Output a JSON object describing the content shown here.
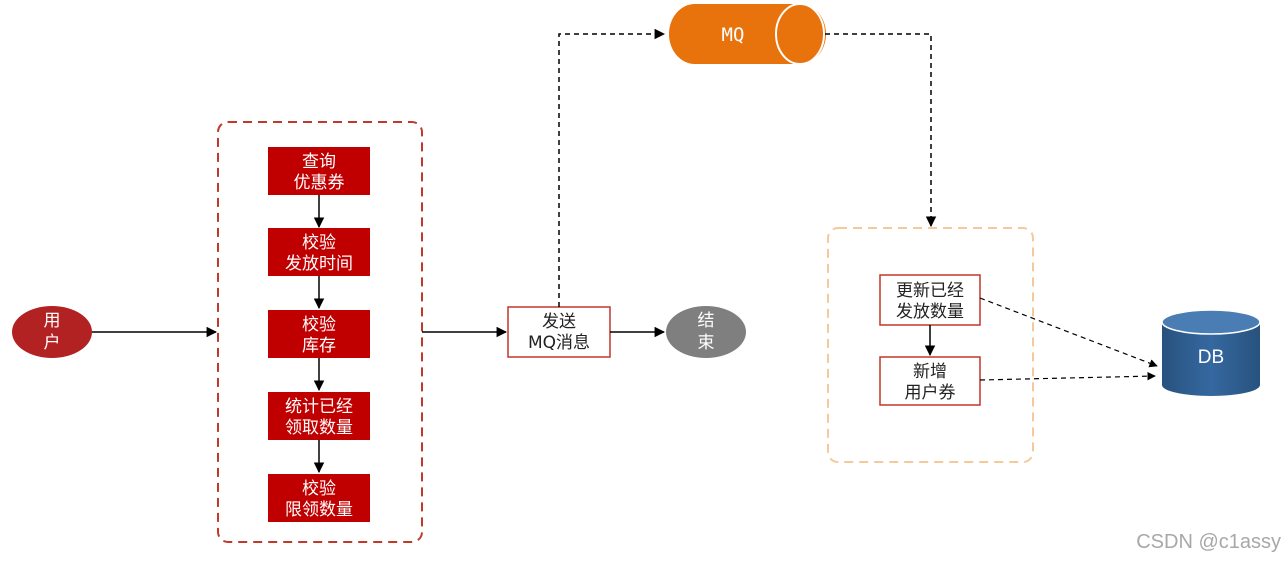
{
  "nodes": {
    "user": [
      "用",
      "户"
    ],
    "query_coupon": [
      "查询",
      "优惠券"
    ],
    "check_issue_time": [
      "校验",
      "发放时间"
    ],
    "check_stock": [
      "校验",
      "库存"
    ],
    "count_received": [
      "统计已经",
      "领取数量"
    ],
    "check_limit": [
      "校验",
      "限领数量"
    ],
    "send_mq": [
      "发送",
      "MQ消息"
    ],
    "end": [
      "结",
      "束"
    ],
    "mq": "MQ",
    "update_issued": [
      "更新已经",
      "发放数量"
    ],
    "add_user_coupon": [
      "新增",
      "用户券"
    ],
    "db": "DB"
  },
  "watermark": "CSDN @c1assy",
  "colors": {
    "red_box": "#c00000",
    "red_box_text": "#ffffff",
    "user_ellipse": "#b22222",
    "end_ellipse": "#7f7f7f",
    "mq_orange": "#e8720c",
    "db_blue": "#2e5f93",
    "dashed_red": "#c0392b",
    "dashed_orange": "#f5c99b",
    "send_border": "#c0392b"
  }
}
